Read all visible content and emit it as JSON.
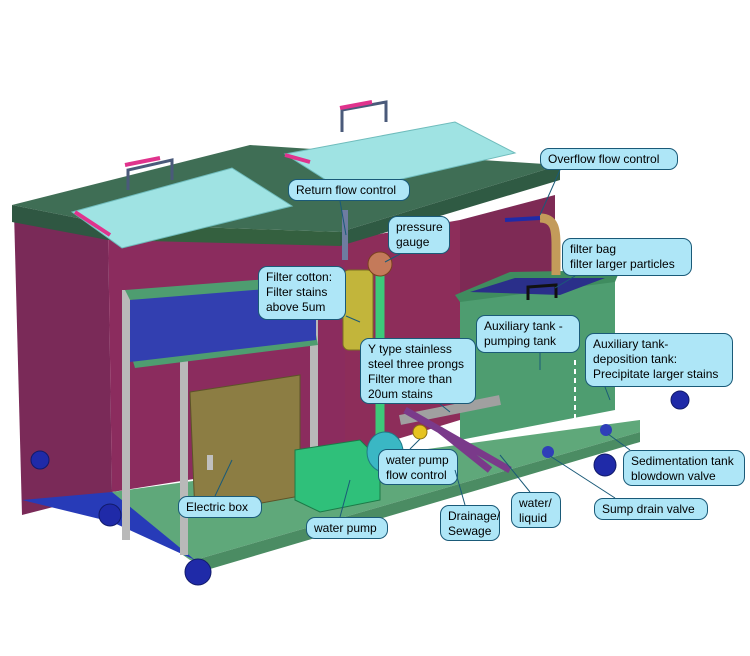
{
  "callouts": {
    "overflow_flow_control": "Overflow flow control",
    "return_flow_control": "Return flow control",
    "pressure_gauge": "pressure\ngauge",
    "filter_bag": "filter bag\nfilter larger particles",
    "filter_cotton": "Filter cotton:\nFilter stains\nabove 5um",
    "auxiliary_pumping_tank": "Auxiliary tank -\npumping tank",
    "auxiliary_deposition_tank": "Auxiliary tank-\ndeposition tank:\nPrecipitate larger stains",
    "y_type_filter": "Y type stainless\nsteel three prongs\nFilter more than\n20um stains",
    "water_pump_flow_control": "water pump\nflow control",
    "sedimentation_blowdown_valve": "Sedimentation tank\nblowdown valve",
    "electric_box": "Electric box",
    "water_pump": "water pump",
    "drainage_sewage": "Drainage/\nSewage",
    "water_liquid": "water/\nliquid",
    "sump_drain_valve": "Sump drain valve"
  },
  "colors": {
    "lid_green": "#3f6e55",
    "tank_purple": "#8b2c5e",
    "frame_green": "#5fa87a",
    "aux_tank_green": "#4e9d70",
    "cover_cyan": "#9fe3e3",
    "electric_box": "#8c7d43",
    "callout_fill": "#aee6f7",
    "caster_blue": "#1f2aa8"
  }
}
